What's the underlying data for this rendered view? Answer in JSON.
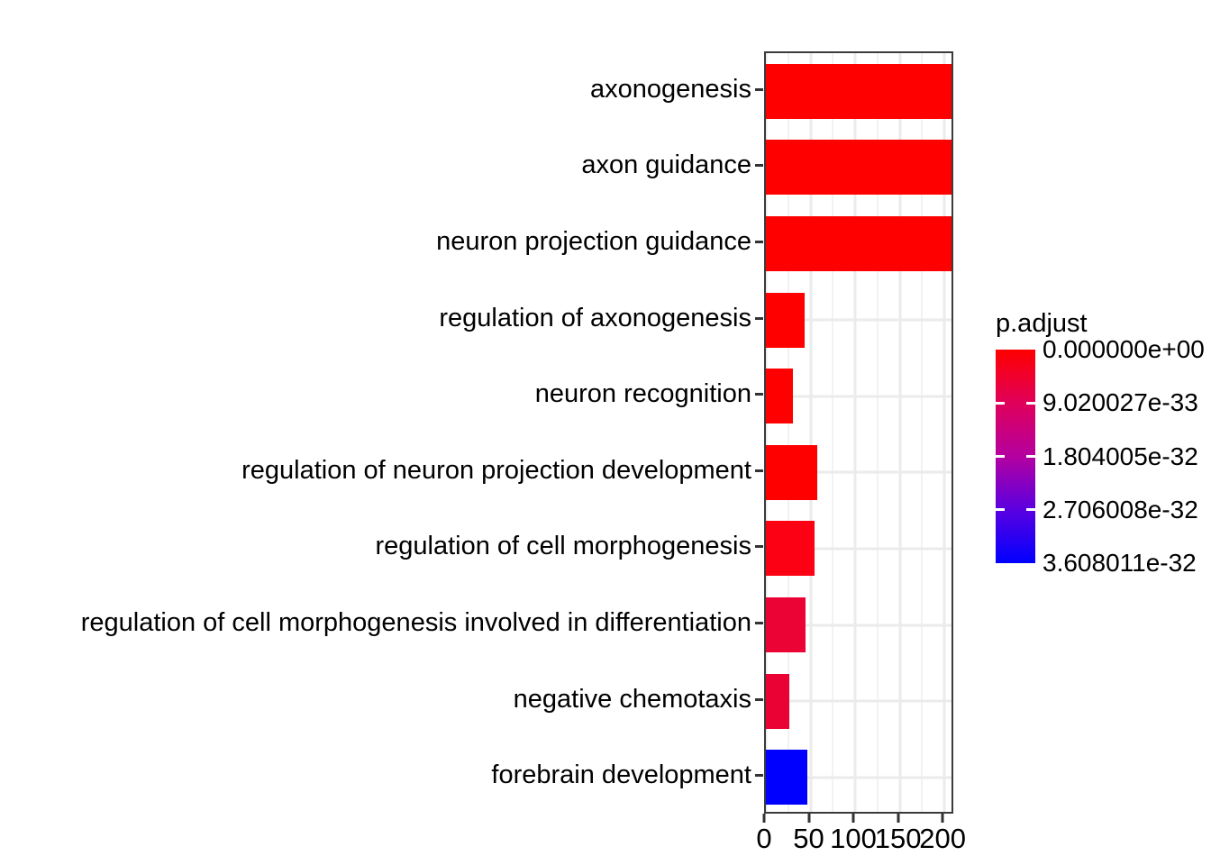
{
  "chart_data": {
    "type": "bar",
    "orientation": "horizontal",
    "title": "",
    "xlabel": "",
    "ylabel": "",
    "xlim": [
      0,
      212
    ],
    "grid": true,
    "categories": [
      "axonogenesis",
      "axon guidance",
      "neuron projection guidance",
      "regulation of axonogenesis",
      "neuron recognition",
      "regulation of neuron projection development",
      "regulation of cell morphogenesis",
      "regulation of cell morphogenesis involved in differentiation",
      "negative chemotaxis",
      "forebrain development"
    ],
    "values": [
      215,
      215,
      217,
      43,
      30,
      58,
      55,
      44,
      26,
      46
    ],
    "bar_colors": [
      "#FF0000",
      "#FF0000",
      "#FF0000",
      "#FF0000",
      "#FF0000",
      "#FF0000",
      "#FC0014",
      "#EC0335",
      "#EA0235",
      "#0000FF"
    ],
    "xticks": [
      0,
      50,
      100,
      150,
      200
    ],
    "xtick_labels": [
      "0",
      "50",
      "100",
      "150",
      "200"
    ],
    "xminor_ticks": [
      25,
      75,
      125,
      175
    ],
    "legend": {
      "position": "right",
      "title": "p.adjust",
      "labels": [
        "0.000000e+00",
        "9.020027e-33",
        "1.804005e-32",
        "2.706008e-32",
        "3.608011e-32"
      ],
      "values": [
        0,
        9.020027e-33,
        1.804005e-32,
        2.706008e-32,
        3.608011e-32
      ],
      "gradient_from": "#FF0000",
      "gradient_to": "#0000FF"
    }
  }
}
